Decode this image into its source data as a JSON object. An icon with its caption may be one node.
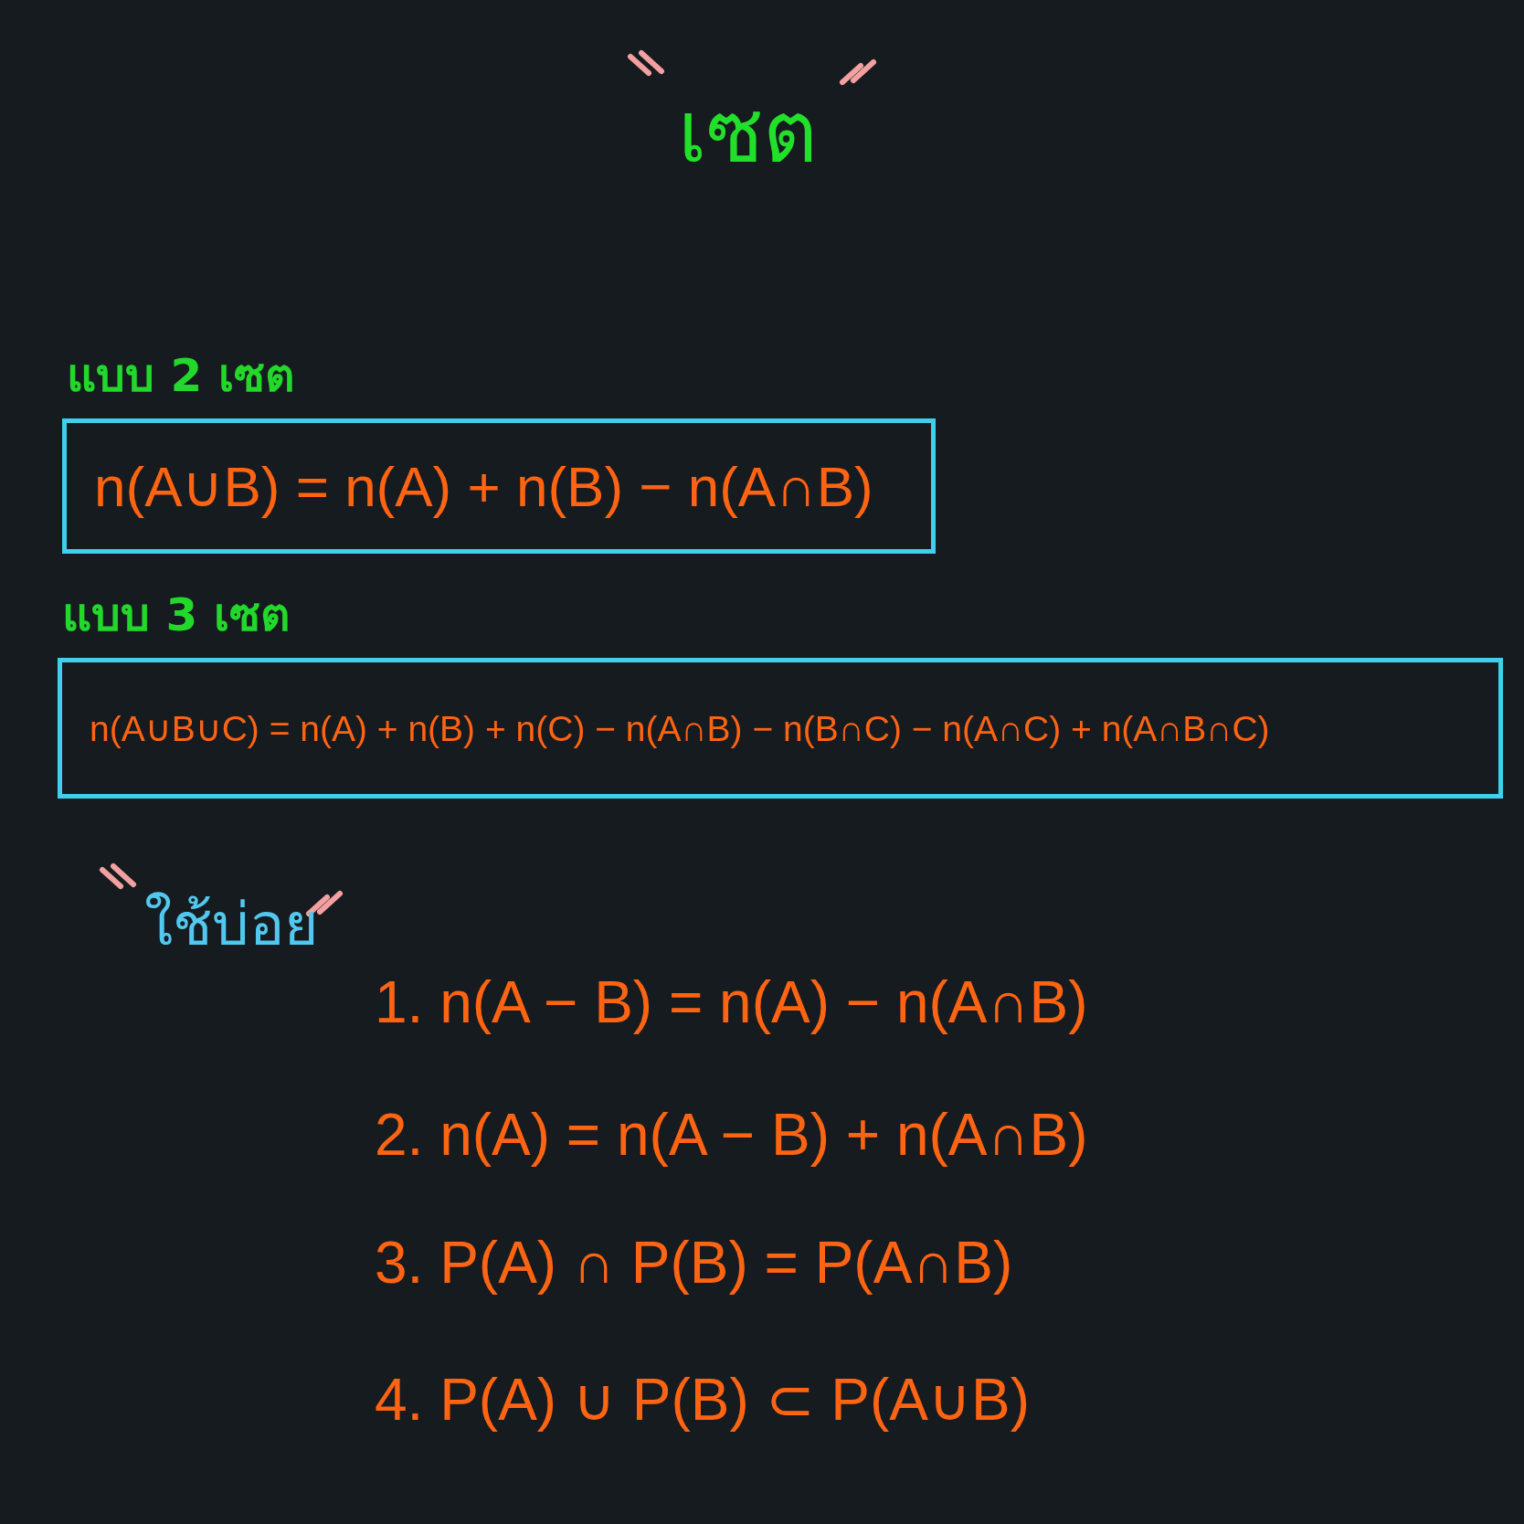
{
  "diagram": {
    "title": "เซต",
    "nodes": [
      {
        "text": [
          "แบบ 2 เซต",
          "n(A∪B) = n(A) + n(B) − n(A∩B)"
        ]
      },
      {
        "text": [
          "แบบ 3 เซต",
          "n(A∪B∪C) = n(A) + n(B) + n(C) − n(A∩B) − n(B∩C) − n(A∩C) + n(A∩B∩C)"
        ]
      }
    ],
    "edges": [],
    "labels": [
      "ใช้บ่อย",
      "1.  n(A − B) = n(A) − n(A∩B)",
      "2.  n(A) = n(A − B) + n(A∩B)",
      "3.  P(A) ∩ P(B) = P(A∩B)",
      "4.  P(A) ∪ P(B) ⊂ P(A∪B)"
    ]
  }
}
